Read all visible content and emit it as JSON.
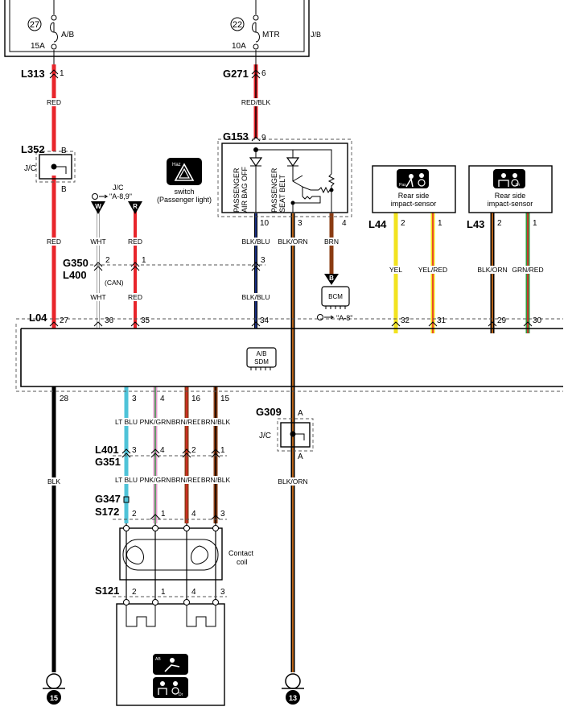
{
  "fuses": {
    "left": {
      "num": "27",
      "name": "A/B",
      "rating": "15A"
    },
    "right": {
      "num": "22",
      "name": "MTR",
      "rating": "10A"
    },
    "box_label": "J/B"
  },
  "connectors": {
    "L313": "L313",
    "G271": "G271",
    "G153": "G153",
    "L352": "L352",
    "G350": "G350",
    "L400": "L400",
    "L04": "L04",
    "L44": "L44",
    "L43": "L43",
    "G309": "G309",
    "L401": "L401",
    "G351": "G351",
    "G347": "G347",
    "S172": "S172",
    "S121": "S121"
  },
  "pins": {
    "l313_1": "1",
    "g271_6": "6",
    "g153_9": "9",
    "l352_top": "B",
    "l352_bot": "B",
    "g153_10": "10",
    "g153_3": "3",
    "g153_4": "4",
    "l44_2": "2",
    "l44_1": "1",
    "l43_2": "2",
    "l43_1": "1",
    "g350_2": "2",
    "g350_1": "1",
    "g350_3": "3",
    "l04_27": "27",
    "l04_36": "36",
    "l04_35": "35",
    "l04_34": "34",
    "l04_32": "32",
    "l04_31": "31",
    "l04_29": "29",
    "l04_30": "30",
    "l04_28": "28",
    "l04_3": "3",
    "l04_4": "4",
    "l04_16": "16",
    "l04_15": "15",
    "g309_top": "A",
    "g309_bot": "A",
    "l401_3": "3",
    "l401_4": "4",
    "l401_2": "2",
    "l401_1": "1",
    "s172_2": "2",
    "s172_1": "1",
    "s172_4": "4",
    "s172_3": "3",
    "s121_2": "2",
    "s121_1": "1",
    "s121_4": "4",
    "s121_3": "3"
  },
  "wires": {
    "red_top": "RED",
    "redblk_top": "RED/BLK",
    "red_mid": "RED",
    "wht": "WHT",
    "red_r": "RED",
    "blkblu": "BLK/BLU",
    "blkorn": "BLK/ORN",
    "brn": "BRN",
    "yel": "YEL",
    "yelred": "YEL/RED",
    "blkorn_r": "BLK/ORN",
    "grnred": "GRN/RED",
    "wht_low": "WHT",
    "red_low": "RED",
    "blkblu_low": "BLK/BLU",
    "can": "(CAN)",
    "ltblu": "LT BLU",
    "pnkgrn": "PNK/GRN",
    "brnred": "BRN/RED",
    "brnblk": "BRN/BLK",
    "ltblu2": "LT BLU",
    "pnkgrn2": "PNK/GRN",
    "brnred2": "BRN/RED",
    "brnblk2": "BRN/BLK",
    "blk": "BLK",
    "blkorn_low": "BLK/ORN"
  },
  "labels": {
    "jc_352": "J/C",
    "jc_309": "J/C",
    "jc_ref": "J/C",
    "ref_a89": "\"A-8,9\"",
    "ref_a8": "\"A-8\"",
    "w_mark": "W",
    "r_mark": "R",
    "b_mark": "B",
    "switch_line1": "switch",
    "switch_line2": "(Passenger light)",
    "haz": "Haz",
    "airbag_off_1": "PASSENGER",
    "airbag_off_2": "AIR BAG OFF",
    "seatbelt_1": "PASSENGER",
    "seatbelt_2": "SEAT BELT",
    "bcm": "BCM",
    "sdm_1": "A/B",
    "sdm_2": "SDM",
    "rear_sensor_l_1": "Rear side",
    "rear_sensor_l_2": "impact-sensor",
    "rear_sensor_r_1": "Rear side",
    "rear_sensor_r_2": "impact-sensor",
    "pas": "Pas",
    "dr": "Dr",
    "dr2": "Dr",
    "ab": "AB",
    "contact_1": "Contact",
    "contact_2": "coil",
    "ground_l": "15",
    "ground_r": "13"
  },
  "colors": {
    "red": "#e8252b",
    "black": "#000000",
    "white": "#ffffff",
    "blue": "#1e3aa0",
    "orange": "#e57b1f",
    "brown": "#8a3b12",
    "yellow": "#f2e31f",
    "green": "#2e9a3e",
    "ltblue": "#4fc3d8",
    "pink": "#e69bd0"
  }
}
